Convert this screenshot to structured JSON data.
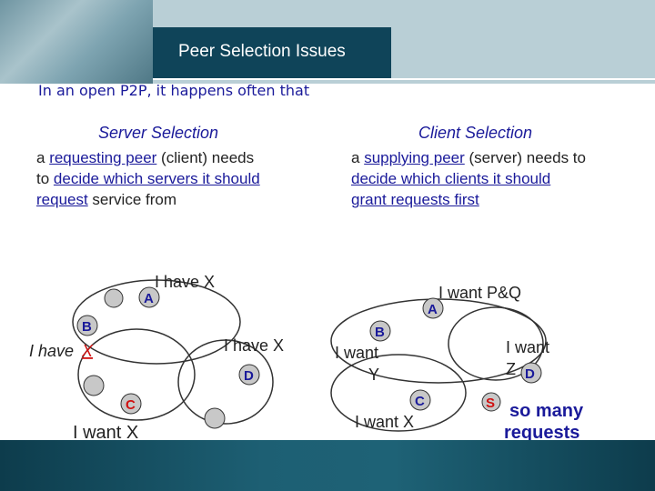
{
  "header": {
    "title": "Peer Selection Issues"
  },
  "intro": "In an open P2P, it happens often that",
  "left": {
    "heading": "Server Selection",
    "lines": [
      [
        {
          "t": "a ",
          "u": false
        },
        {
          "t": "requesting peer",
          "u": true
        },
        {
          "t": " (client) needs",
          "u": false
        }
      ],
      [
        {
          "t": "to ",
          "u": false
        },
        {
          "t": "decide which servers it should",
          "u": true
        }
      ],
      [
        {
          "t": "request",
          "u": true
        },
        {
          "t": " service from",
          "u": false
        }
      ]
    ],
    "diagram": {
      "node_a": "A",
      "node_b": "B",
      "node_c": "C",
      "node_d": "D",
      "a_text": "I have X",
      "b_text": "I have ",
      "b_x": "X",
      "d_text": "I have X",
      "c_text": "I want X"
    }
  },
  "right": {
    "heading": "Client Selection",
    "lines": [
      [
        {
          "t": "a ",
          "u": false
        },
        {
          "t": "supplying peer",
          "u": true
        },
        {
          "t": " (server) needs to",
          "u": false
        }
      ],
      [
        {
          "t": "decide which clients it should",
          "u": true
        }
      ],
      [
        {
          "t": "grant requests first",
          "u": true
        }
      ]
    ],
    "diagram": {
      "node_a": "A",
      "node_b": "B",
      "node_c": "C",
      "node_d": "D",
      "node_s": "S",
      "a_text": "I want P&Q",
      "b_text_1": "I want",
      "b_text_2": "Y",
      "d_text_1": "I want",
      "d_text_2": "Z",
      "c_text": "I want X",
      "s_text_1": "so many",
      "s_text_2": "requests"
    }
  },
  "colors": {
    "title_bar": "#0f4459",
    "footer": "#1d5f73",
    "heading": "#1a1a9a",
    "node_fill": "#c8c8c8",
    "node_label": "#1a1a9a",
    "accent_red": "#d01010"
  }
}
